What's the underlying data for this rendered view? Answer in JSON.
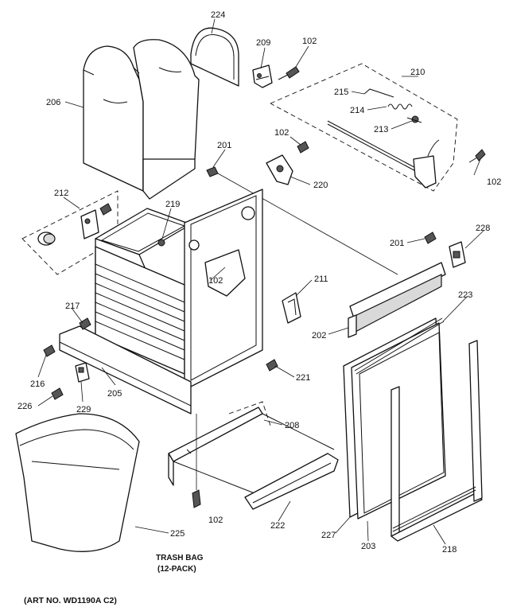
{
  "callouts": {
    "c224": "224",
    "c209": "209",
    "c102a": "102",
    "c210": "210",
    "c206": "206",
    "c215": "215",
    "c214": "214",
    "c213": "213",
    "c102b": "102",
    "c201a": "201",
    "c102c": "102",
    "c220": "220",
    "c212": "212",
    "c219": "219",
    "c228": "228",
    "c201b": "201",
    "c102d": "102",
    "c211": "211",
    "c223": "223",
    "c217": "217",
    "c202": "202",
    "c216": "216",
    "c221": "221",
    "c226": "226",
    "c205": "205",
    "c229": "229",
    "c208": "208",
    "c225": "225",
    "c102e": "102",
    "c222": "222",
    "c227": "227",
    "c203": "203",
    "c218": "218"
  },
  "trash_bag_label_1": "TRASH BAG",
  "trash_bag_label_2": "(12-PACK)",
  "art_number": "(ART NO. WD1190A C2)"
}
